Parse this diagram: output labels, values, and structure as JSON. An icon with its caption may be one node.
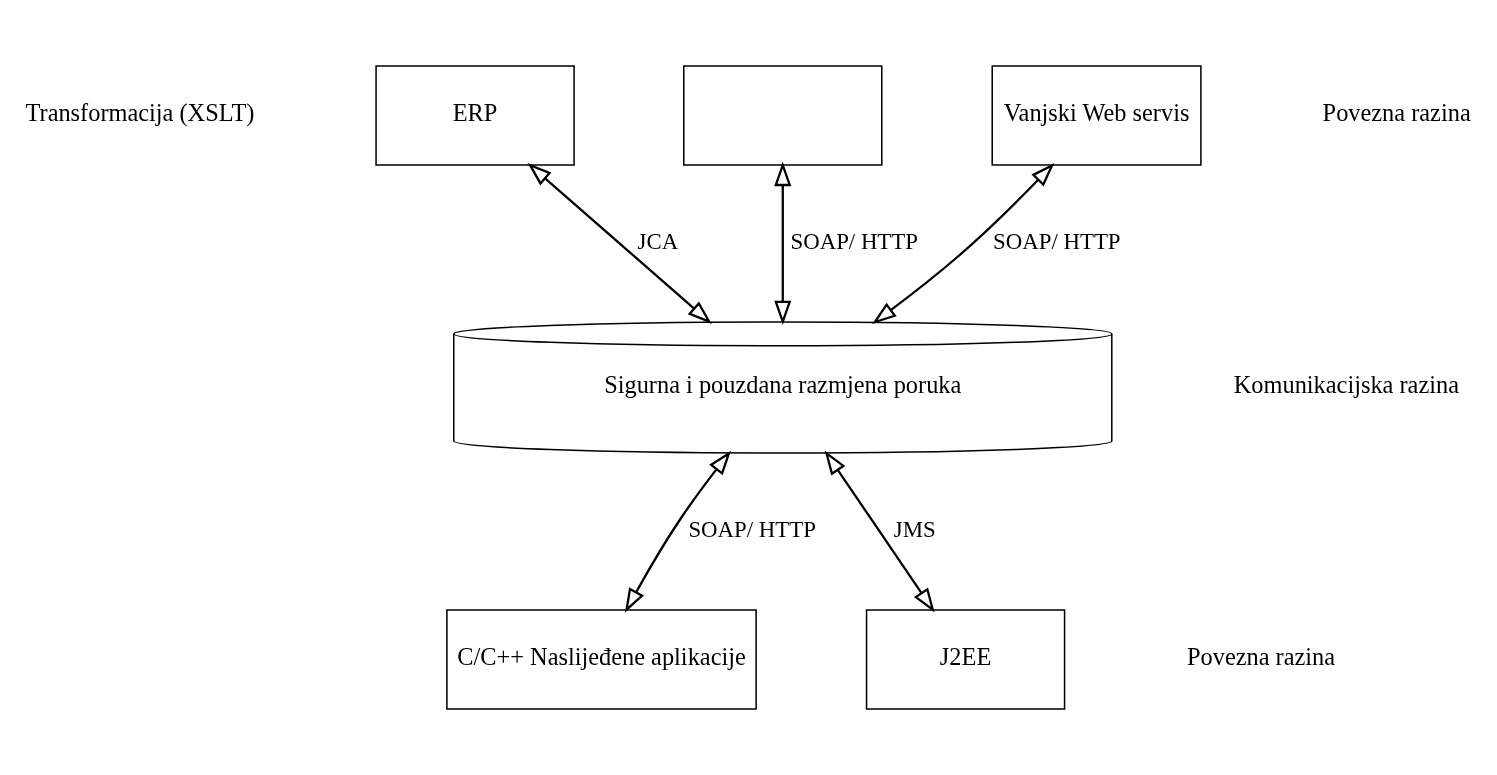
{
  "diagram": {
    "nodes": [
      {
        "text": [
          "ERP"
        ]
      },
      {
        "text": [],
        "shape": "box"
      },
      {
        "text": [
          "Vanjski Web servis"
        ]
      },
      {
        "text": [
          "Sigurna i pouzdana razmjena poruka"
        ]
      },
      {
        "text": [
          "C/C++ Naslijeđene aplikacije"
        ]
      },
      {
        "text": [
          "J2EE"
        ]
      }
    ],
    "edges": [
      {
        "from": 0,
        "to": 3,
        "arrow": "both",
        "label": "JCA"
      },
      {
        "from": 1,
        "to": 3,
        "arrow": "both",
        "label": "SOAP/ HTTP"
      },
      {
        "from": 2,
        "to": 3,
        "arrow": "both",
        "label": "SOAP/ HTTP"
      },
      {
        "from": 3,
        "to": 4,
        "arrow": "both",
        "label": "SOAP/ HTTP"
      },
      {
        "from": 3,
        "to": 5,
        "arrow": "both",
        "label": "JMS"
      }
    ],
    "labels": [
      "Transformacija (XSLT)",
      "Povezna razina",
      "Komunikacijska razina",
      "Povezna razina"
    ]
  }
}
